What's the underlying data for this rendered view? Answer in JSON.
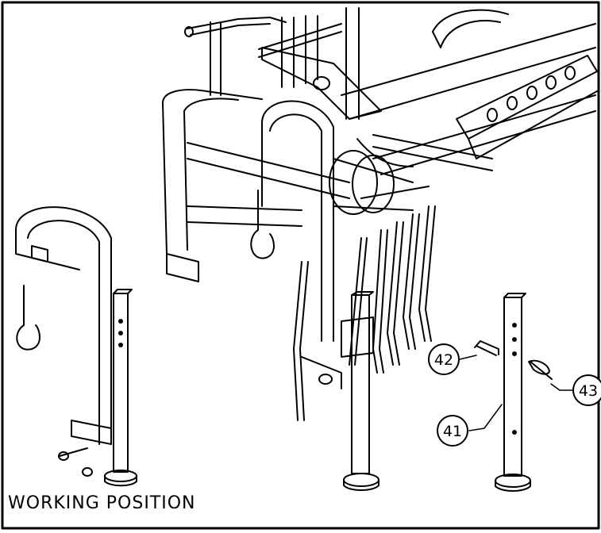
{
  "figure": {
    "caption": "WORKING POSITION",
    "callouts": [
      {
        "id": "41",
        "label": "41",
        "part": "stand-leg"
      },
      {
        "id": "42",
        "label": "42",
        "part": "locking-pin"
      },
      {
        "id": "43",
        "label": "43",
        "part": "lynch-pin"
      }
    ],
    "colors": {
      "line": "#000000",
      "background": "#ffffff"
    }
  }
}
